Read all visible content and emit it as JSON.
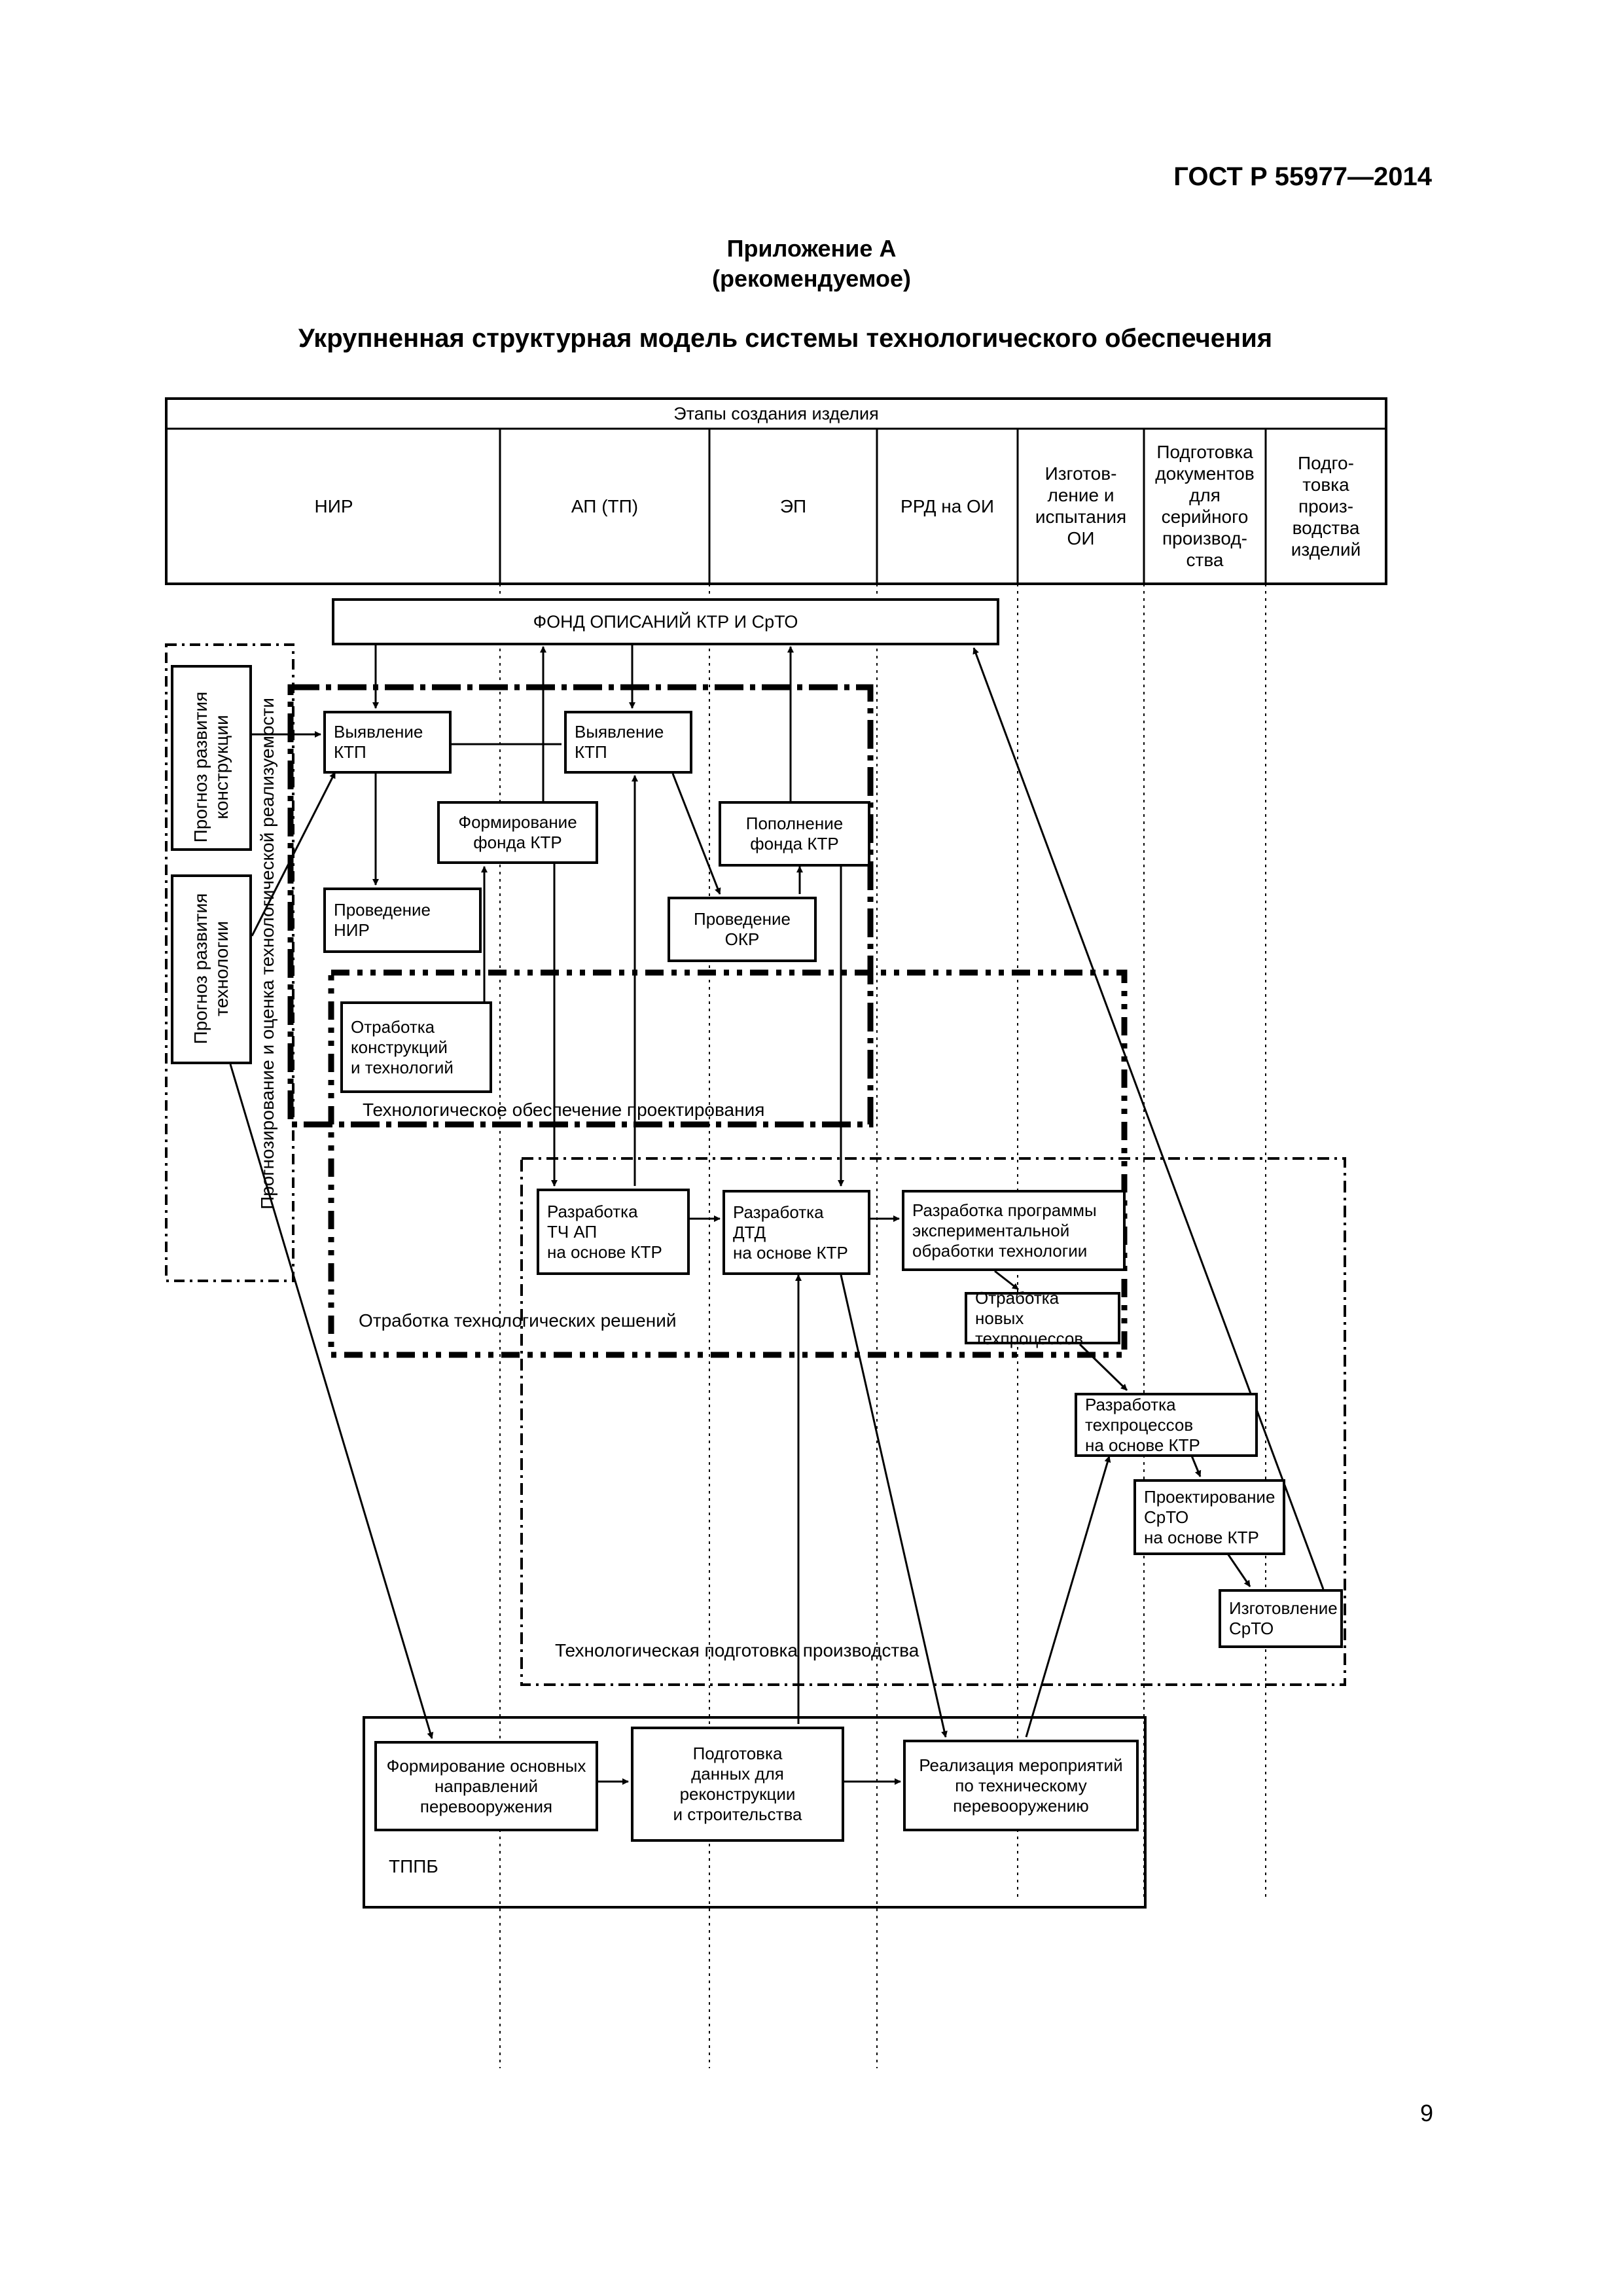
{
  "header": {
    "standard": "ГОСТ Р 55977—2014",
    "appendix_title": "Приложение А",
    "appendix_status": "(рекомендуемое)",
    "title": "Укрупненная структурная модель системы технологического обеспечения"
  },
  "stages": {
    "title": "Этапы создания изделия",
    "columns": [
      "НИР",
      "АП (ТП)",
      "ЭП",
      "РРД на ОИ",
      "Изготов-\nление и\nиспытания\nОИ",
      "Подготовка\nдокументов\nдля\nсерийного\nпроизвод-\nства",
      "Подго-\nтовка\nпроиз-\nводства\nизделий"
    ]
  },
  "boxes": {
    "fond": "ФОНД ОПИСАНИЙ КТР И СрТО",
    "forecast_design": "Прогноз развития\nконструкции",
    "forecast_tech": "Прогноз развития\nтехнологии",
    "vyyav1": "Выявление\nКТП",
    "vyyav2": "Выявление\nКТП",
    "form_fond": "Формирование\nфонда КТР",
    "popoln_fond": "Пополнение\nфонда КТР",
    "provedenie_nir": "Проведение\nНИР",
    "provedenie_okr": "Проведение\nОКР",
    "otrabotka_konstr": "Отработка\nконструкций\nи технологий",
    "razr_tch": "Разработка\nТЧ АП\nна основе КТР",
    "razr_dtd": "Разработка ДТД\nна основе КТР",
    "razr_prog": "Разработка программы\nэкспериментальной\nобработки технологии",
    "otrab_novyh": "Отработка новых\nтехпроцессов",
    "razr_tehproc": "Разработка\nтехпроцессов\nна основе КТР",
    "proekt_srto": "Проектирование\nСрТО\nна основе КТР",
    "izgot_srto": "Изготовление\nСрТО",
    "form_napr": "Формирование основных\nнаправлений\nперевооружения",
    "podg_dannyh": "Подготовка\nданных для\nреконструкции\nи строительства",
    "realizaciya": "Реализация мероприятий\nпо техническому\nперевооружению"
  },
  "regions": {
    "forecast_eval": "Прогнозирование и оценка технологической реализуемости",
    "tech_design": "Технологическое обеспечение проектирования",
    "tech_solutions": "Отработка технологических решений",
    "tech_prep": "Технологическая подготовка производства",
    "tppb": "ТППБ"
  },
  "page_number": "9"
}
